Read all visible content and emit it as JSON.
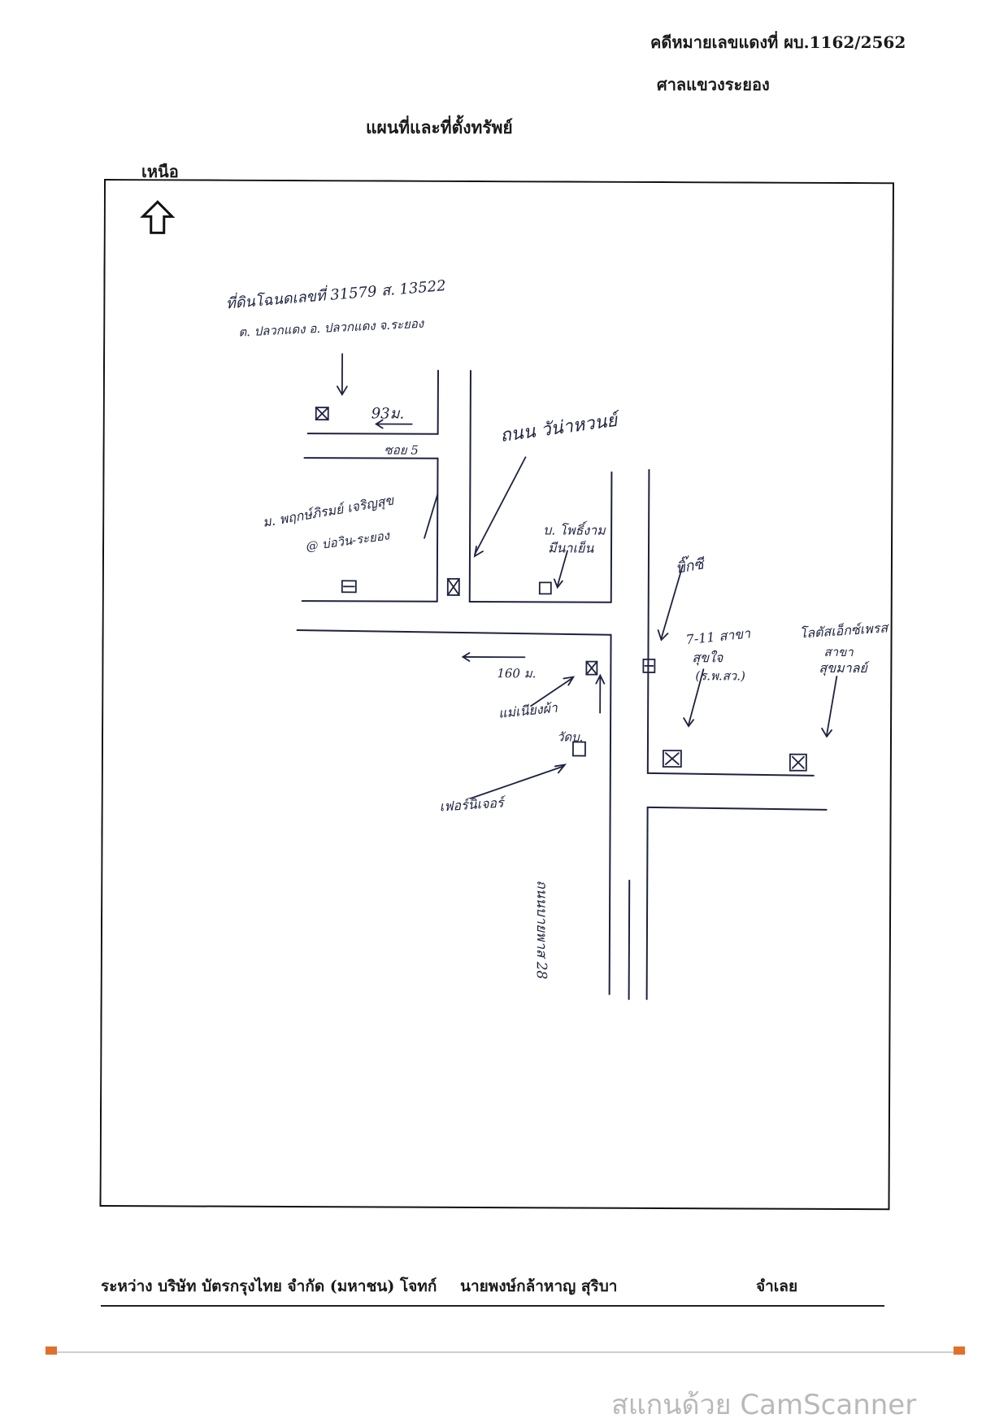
{
  "document": {
    "case_number": "คดีหมายเลขแดงที่ ผบ.1162/2562",
    "court": "ศาลแขวงระยอง",
    "title": "แผนที่และที่ตั้งทรัพย์",
    "north_label": "เหนือ"
  },
  "map": {
    "north_icon": "up-arrow-icon",
    "labels": {
      "land_deed": "ที่ดินโฉนดเลขที่ 31579 ส. 13522",
      "land_location": "ต. ปลวกแดง อ. ปลวกแดง จ.ระยอง",
      "distance_93m": "93ม.",
      "soi_5": "ซอย 5",
      "charoen_village": "ม. พฤกษ์ภิรมย์ เจริญสุข",
      "charoen_sub": "@ บ่อวิน-ระยอง",
      "main_road": "ถนน วัน่าหวนย์",
      "company": "บ. โพธิ์งาม",
      "company_sub": "มีนาเย็น",
      "big_c": "บิ๊กซี",
      "seven_eleven": "7-11 สาขา",
      "seven_eleven_sub": "สุขใจ",
      "seven_eleven_sub2": "(ร.พ.สว.)",
      "lotus": "โลตัสเอ็กซ์เพรส",
      "lotus_sub": "สาขา",
      "lotus_sub2": "สุขมาลย์",
      "distance_160m": "160 ม.",
      "market": "แม่เนียงผ้า",
      "temple": "วัดบ.",
      "furniture": "เฟอร์นิเจอร์",
      "highway": "ถนนบายพาส 28"
    }
  },
  "footer": {
    "between": "ระหว่าง บริษัท บัตรกรุงไทย จำกัด (มหาชน) โจทก์",
    "defendant_name": "นายพงษ์กล้าหาญ สุริบา",
    "defendant_role": "จำเลย"
  },
  "watermark": "สแกนด้วย CamScanner",
  "colors": {
    "ink": "#1e2240",
    "scan_tick": "#e0702a",
    "watermark": "#b9b9b9"
  }
}
